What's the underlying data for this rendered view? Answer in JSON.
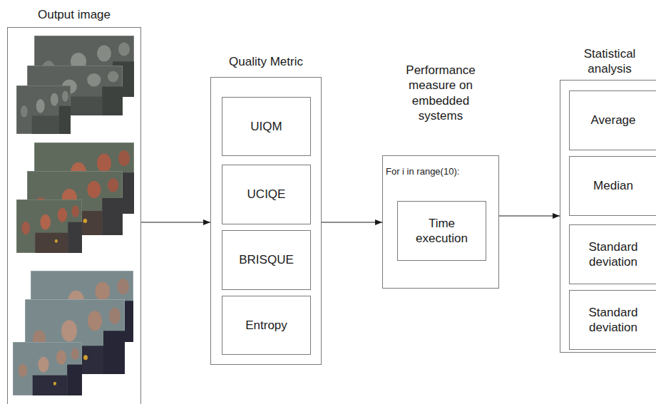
{
  "diagram": {
    "nodes": [
      {
        "text": [
          "Output image"
        ]
      },
      {
        "text": [
          "Quality Metric"
        ]
      },
      {
        "text": [
          "UIQM"
        ],
        "in": 1
      },
      {
        "text": [
          "UCIQE"
        ],
        "in": 1
      },
      {
        "text": [
          "BRISQUE"
        ],
        "in": 1
      },
      {
        "text": [
          "Entropy"
        ],
        "in": 1
      },
      {
        "text": [
          "Performance measure on embedded systems",
          "For i in range(10):"
        ]
      },
      {
        "text": [
          "Time execution"
        ],
        "in": 6
      },
      {
        "text": [
          "Statistical analysis"
        ]
      },
      {
        "text": [
          "Average"
        ],
        "in": 8
      },
      {
        "text": [
          "Median"
        ],
        "in": 8
      },
      {
        "text": [
          "Standard deviation"
        ],
        "in": 8
      },
      {
        "text": [
          "Standard deviation"
        ],
        "in": 8
      }
    ],
    "edges": [
      {
        "from": 0,
        "to": 1,
        "arrow": "to"
      },
      {
        "from": 1,
        "to": 6,
        "arrow": "to"
      },
      {
        "from": 6,
        "to": 8,
        "arrow": "to"
      }
    ]
  }
}
